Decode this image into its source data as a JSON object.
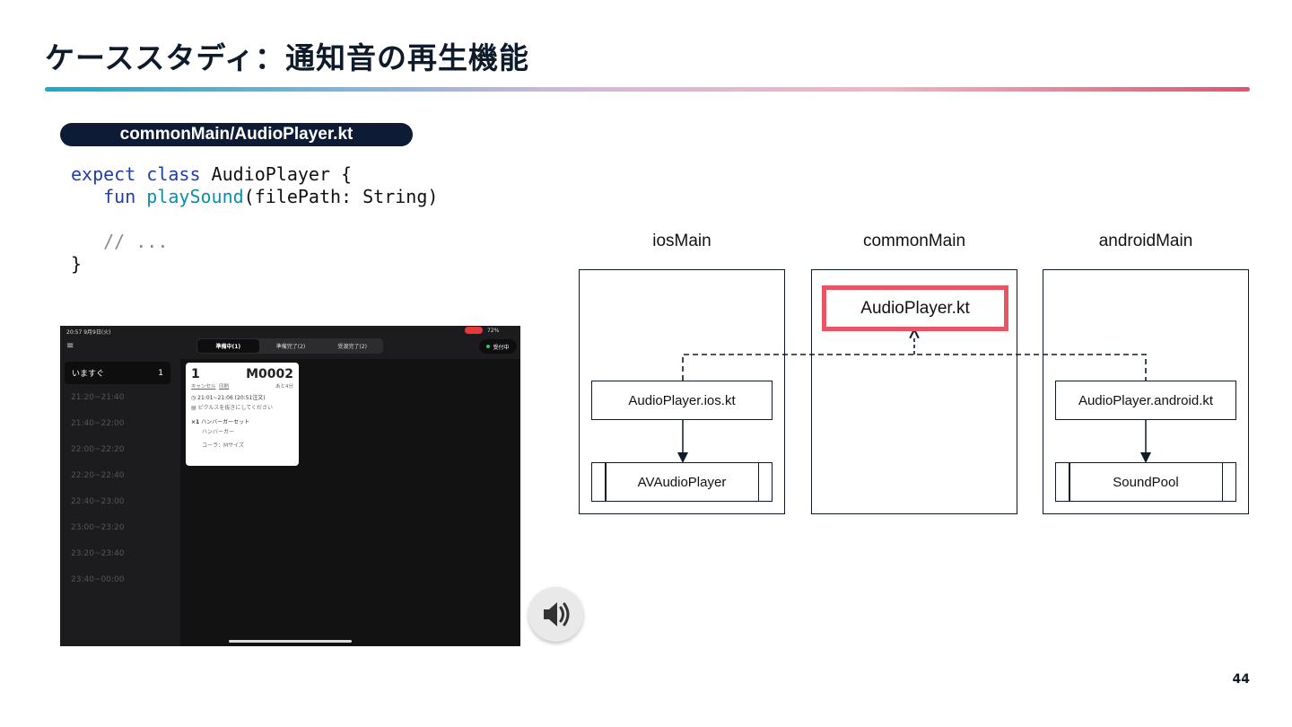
{
  "slide": {
    "title": "ケーススタディ：通知音の再生機能",
    "page_number": "44"
  },
  "code": {
    "file_label": "commonMain/AudioPlayer.kt",
    "lines": [
      [
        {
          "t": "expect class",
          "c": "kw"
        },
        {
          "t": " AudioPlayer {",
          "c": ""
        }
      ],
      [
        {
          "t": "   fun",
          "c": "kw"
        },
        {
          "t": " playSound",
          "c": "fn"
        },
        {
          "t": "(filePath: String)",
          "c": ""
        }
      ],
      [
        {
          "t": "",
          "c": ""
        }
      ],
      [
        {
          "t": "   // ...",
          "c": "cm"
        }
      ],
      [
        {
          "t": "}",
          "c": ""
        }
      ]
    ]
  },
  "screenshot": {
    "status_time": "20:57  9月9日(火)",
    "status_battery": "72%",
    "tabs": [
      {
        "label": "準備中(1)",
        "active": true
      },
      {
        "label": "準備完了(2)",
        "active": false
      },
      {
        "label": "受渡完了(2)",
        "active": false
      }
    ],
    "accepting_label": "受付中",
    "sidebar": {
      "active": {
        "label": "いますぐ",
        "count": "1"
      },
      "slots": [
        "21:20~21:40",
        "21:40~22:00",
        "22:00~22:20",
        "22:20~22:40",
        "22:40~23:00",
        "23:00~23:20",
        "23:20~23:40",
        "23:40~00:00"
      ]
    },
    "order": {
      "number": "1",
      "code": "M0002",
      "cancel": "キャンセル",
      "print": "印刷",
      "remaining": "あと4分",
      "time_range": "21:01~21:06 (20:51注文)",
      "note": "ピクルスを抜きにしてください",
      "qty": "×1",
      "item": "ハンバーガーセット",
      "sub_items": [
        "ハンバーガー",
        "コーラ：Mサイズ"
      ]
    }
  },
  "diagram": {
    "columns": [
      {
        "label": "iosMain"
      },
      {
        "label": "commonMain"
      },
      {
        "label": "androidMain"
      }
    ],
    "nodes": {
      "common": "AudioPlayer.kt",
      "ios_impl": "AudioPlayer.ios.kt",
      "ios_lib": "AVAudioPlayer",
      "android_impl": "AudioPlayer.android.kt",
      "android_lib": "SoundPool"
    },
    "highlight_color": "#e85466"
  }
}
